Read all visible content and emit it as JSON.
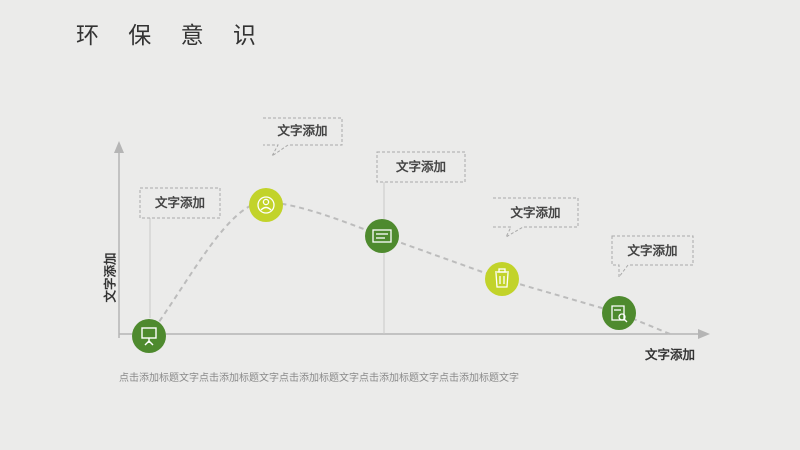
{
  "title": "环 保 意 识",
  "axes": {
    "x_label": "文字添加",
    "y_label": "文字添加"
  },
  "callouts": [
    {
      "text": "文字添加"
    },
    {
      "text": "文字添加"
    },
    {
      "text": "文字添加"
    },
    {
      "text": "文字添加"
    },
    {
      "text": "文字添加"
    }
  ],
  "nodes": [
    {
      "icon": "presentation-board-icon",
      "color": "#4e8a2e"
    },
    {
      "icon": "user-profile-icon",
      "color": "#c2d32a"
    },
    {
      "icon": "id-card-icon",
      "color": "#4e8a2e"
    },
    {
      "icon": "trash-can-icon",
      "color": "#c2d32a"
    },
    {
      "icon": "search-document-icon",
      "color": "#4e8a2e"
    }
  ],
  "caption": "点击添加标题文字点击添加标题文字点击添加标题文字点击添加标题文字点击添加标题文字"
}
